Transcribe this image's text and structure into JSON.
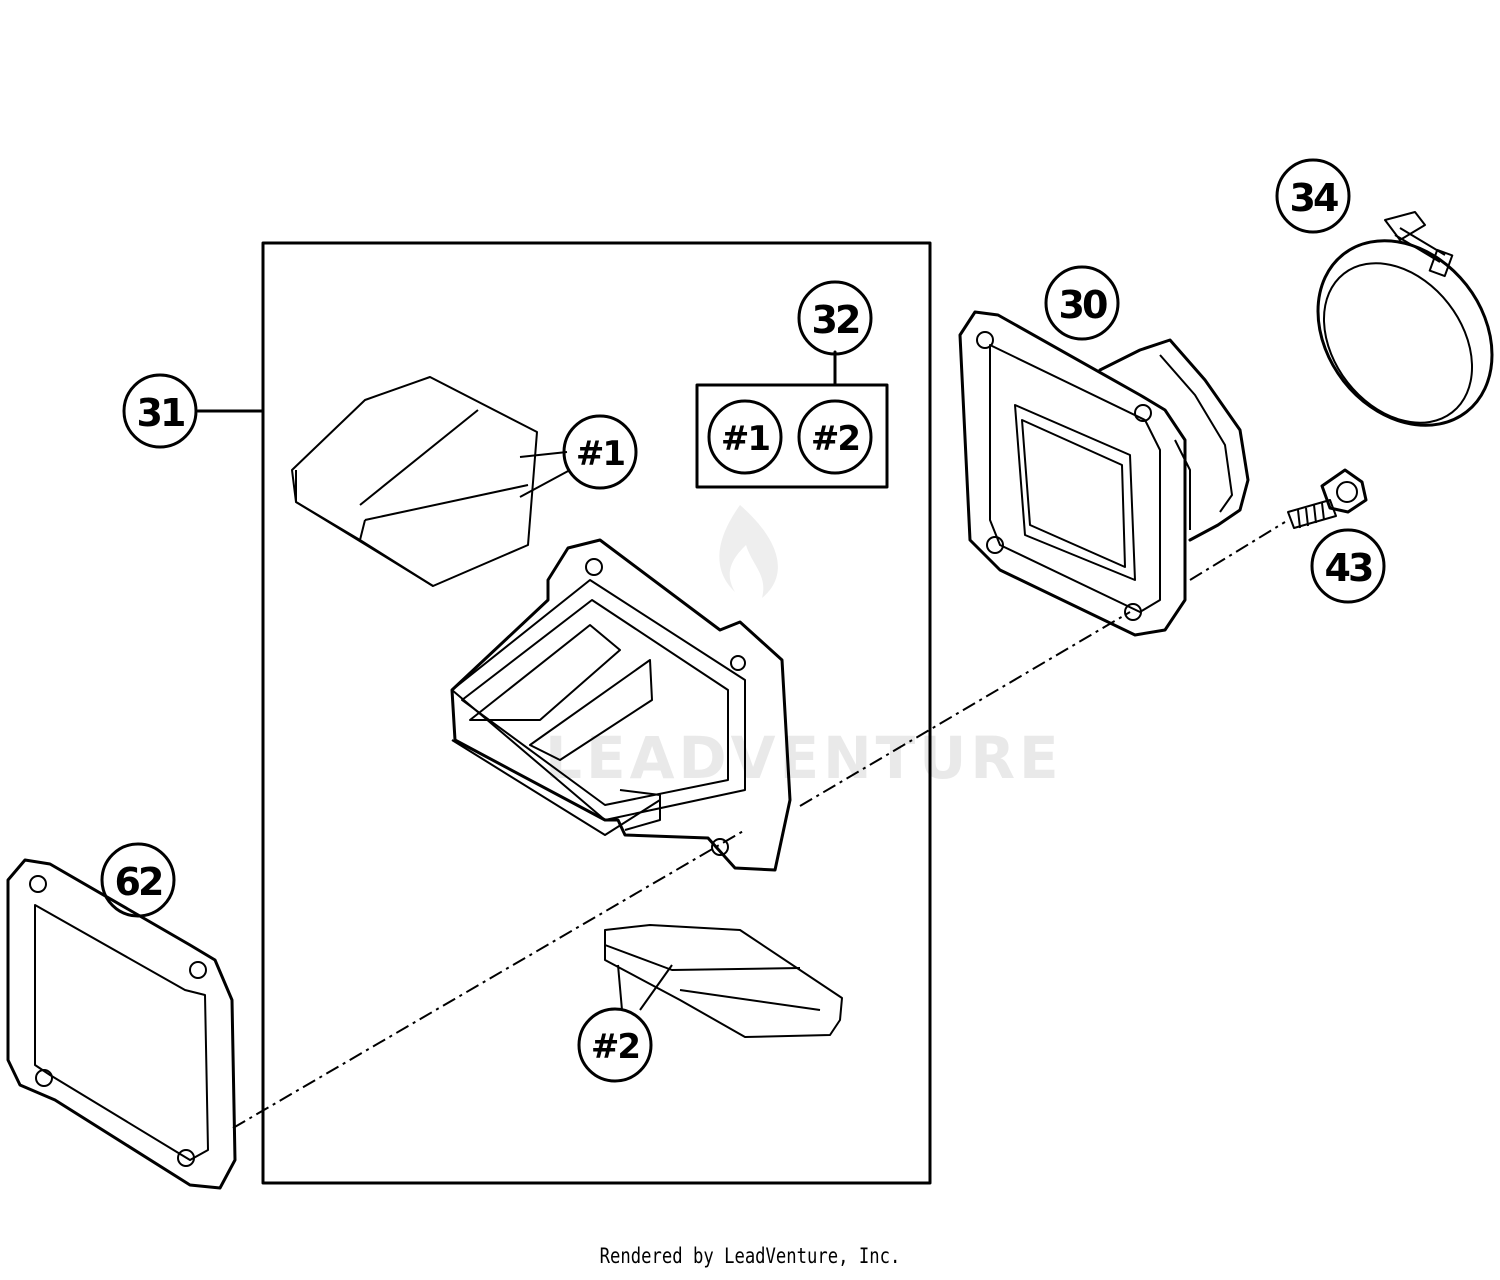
{
  "callouts": {
    "c31": "31",
    "c32": "32",
    "c30": "30",
    "c34": "34",
    "c43": "43",
    "c62": "62",
    "h1_reeds": "#1",
    "h1_kit": "#1",
    "h2_kit": "#2",
    "h2_reeds": "#2"
  },
  "watermark": "LEADVENTURE",
  "footer": "Rendered by LeadVenture, Inc."
}
